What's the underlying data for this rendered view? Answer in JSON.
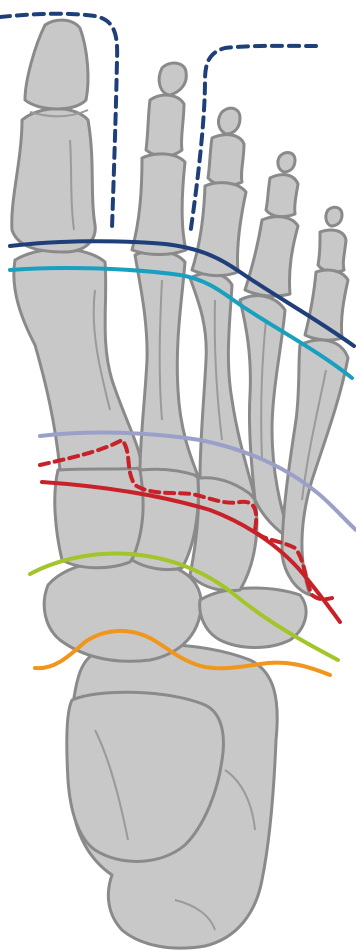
{
  "figure": {
    "subject": "foot-skeleton-dorsal-view",
    "colors": {
      "background": "#ffffff",
      "bone_fill": "#c8c8c8",
      "bone_stroke": "#8a8a8a",
      "bone_detail": "#9a9a9a"
    }
  },
  "lines": [
    {
      "id": "dark-blue-dashed-toe-1",
      "color": "#1f3f7a",
      "style": "dashed"
    },
    {
      "id": "dark-blue-dashed-toe-2",
      "color": "#1f3f7a",
      "style": "dashed"
    },
    {
      "id": "dark-blue-line",
      "color": "#1f3f7a",
      "style": "solid"
    },
    {
      "id": "teal-line",
      "color": "#1aa0bf",
      "style": "solid"
    },
    {
      "id": "lavender-line",
      "color": "#9aa0c8",
      "style": "solid"
    },
    {
      "id": "red-dashed-line",
      "color": "#c82127",
      "style": "dashed"
    },
    {
      "id": "red-line",
      "color": "#c82127",
      "style": "solid"
    },
    {
      "id": "lime-line",
      "color": "#a2c52a",
      "style": "solid"
    },
    {
      "id": "orange-line",
      "color": "#f0961c",
      "style": "solid"
    }
  ]
}
